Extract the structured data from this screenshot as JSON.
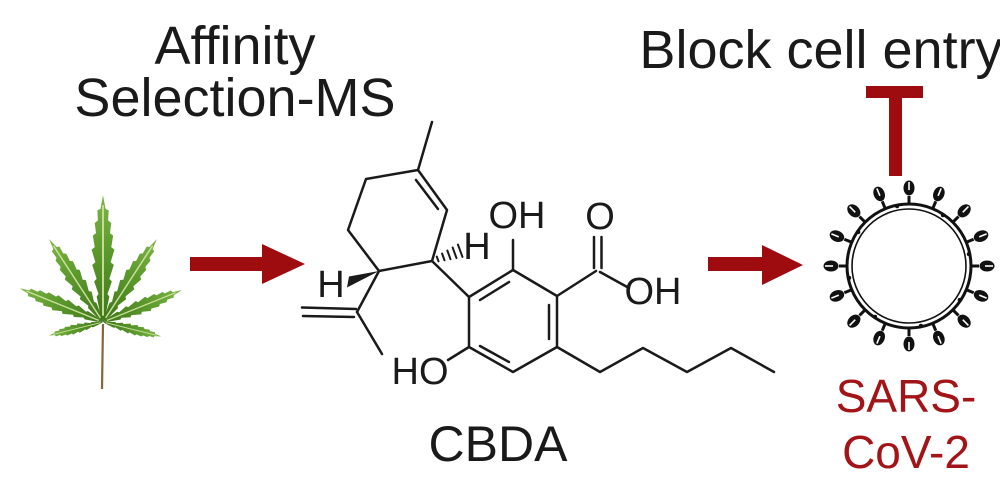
{
  "figure": {
    "background": "#FFFFFF",
    "labels": {
      "method": {
        "line1": "Affinity",
        "line2": "Selection-MS"
      },
      "action": "Block cell entry",
      "compound_name": "CBDA",
      "virus_name": {
        "line1": "SARS-",
        "line2": "CoV-2"
      }
    },
    "molecule": {
      "name": "CBDA",
      "atom_labels": {
        "phenol_top": "OH",
        "carbonyl_oxygen": "O",
        "carboxyl_hydroxyl": "OH",
        "phenol_bottom": "HO",
        "stereo_hydrogen_right": "H",
        "stereo_hydrogen_left": "H"
      }
    },
    "icons": {
      "leaf": "cannabis-leaf-icon",
      "arrow_extract": "right-arrow-icon",
      "arrow_inhibit": "right-arrow-icon",
      "block": "inhibition-tbar-icon",
      "virus": "coronavirus-icon"
    },
    "colors": {
      "accent_red": "#9E0C10",
      "virus_text_red": "#A31418",
      "text_black": "#1A1A1A",
      "structure_black": "#1A1A1A",
      "leaf_green_dark": "#3E7619",
      "leaf_green_mid": "#5E9C2E",
      "leaf_green_light": "#7FB648",
      "leaf_vein": "#CBDF9B",
      "stem_brown": "#86653F"
    }
  }
}
